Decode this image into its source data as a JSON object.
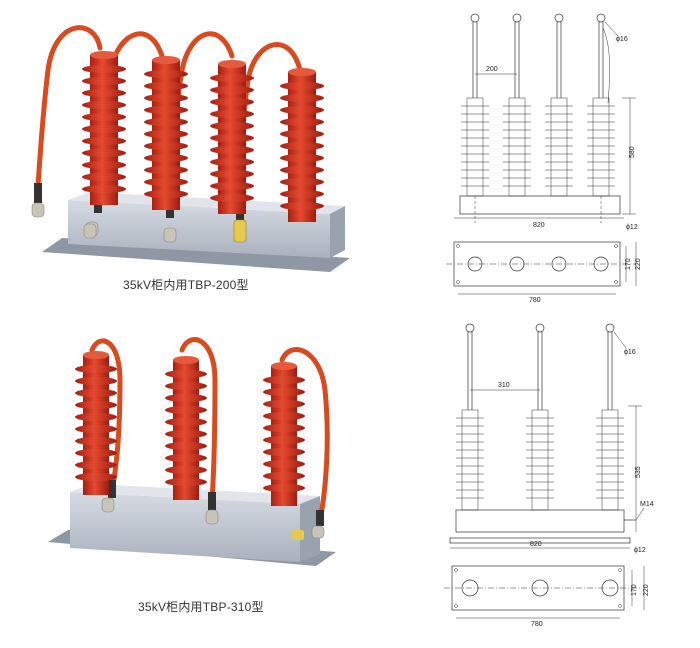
{
  "product_top": {
    "caption": "35kV柜内用TBP-200型",
    "drawing": {
      "pitch": "200",
      "height": "580",
      "stud_dia": "ϕ16",
      "hole_dia": "ϕ12",
      "base_length": "820",
      "plate_length": "780",
      "plate_width_inner": "170",
      "plate_width_outer": "220"
    }
  },
  "product_bottom": {
    "caption": "35kV柜内用TBP-310型",
    "drawing": {
      "pitch": "310",
      "height": "535",
      "stud_dia": "ϕ16",
      "hole_dia": "ϕ12",
      "ground_bolt": "M14",
      "base_length": "820",
      "plate_length": "780",
      "plate_width_inner": "170",
      "plate_width_outer": "220"
    }
  },
  "colors": {
    "insulator": "#d8331f",
    "insulator_shadow": "#a81f12",
    "base": "#c3c9d3",
    "cable": "#d94a1e"
  }
}
